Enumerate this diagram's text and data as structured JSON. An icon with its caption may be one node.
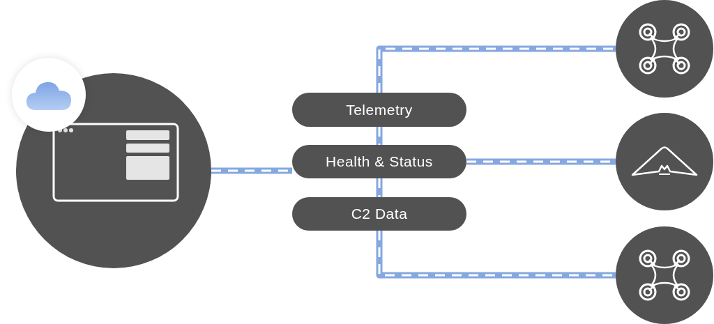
{
  "diagram": {
    "nodes": [
      {
        "text": [],
        "shape": "circle"
      },
      {
        "text": [
          "Telemetry"
        ]
      },
      {
        "text": [
          "Health & Status"
        ]
      },
      {
        "text": [
          "C2 Data"
        ]
      },
      {
        "text": [],
        "shape": "circle"
      },
      {
        "text": [],
        "shape": "circle"
      },
      {
        "text": [],
        "shape": "circle"
      }
    ],
    "edges": [
      {
        "from": 0,
        "to": 2,
        "arrow": "none"
      },
      {
        "from": 2,
        "to": 5,
        "arrow": "none"
      },
      {
        "from": 1,
        "to": 4,
        "arrow": "none"
      },
      {
        "from": 3,
        "to": 6,
        "arrow": "none"
      },
      {
        "from": 1,
        "to": 2,
        "arrow": "none"
      },
      {
        "from": 2,
        "to": 3,
        "arrow": "none"
      }
    ]
  }
}
